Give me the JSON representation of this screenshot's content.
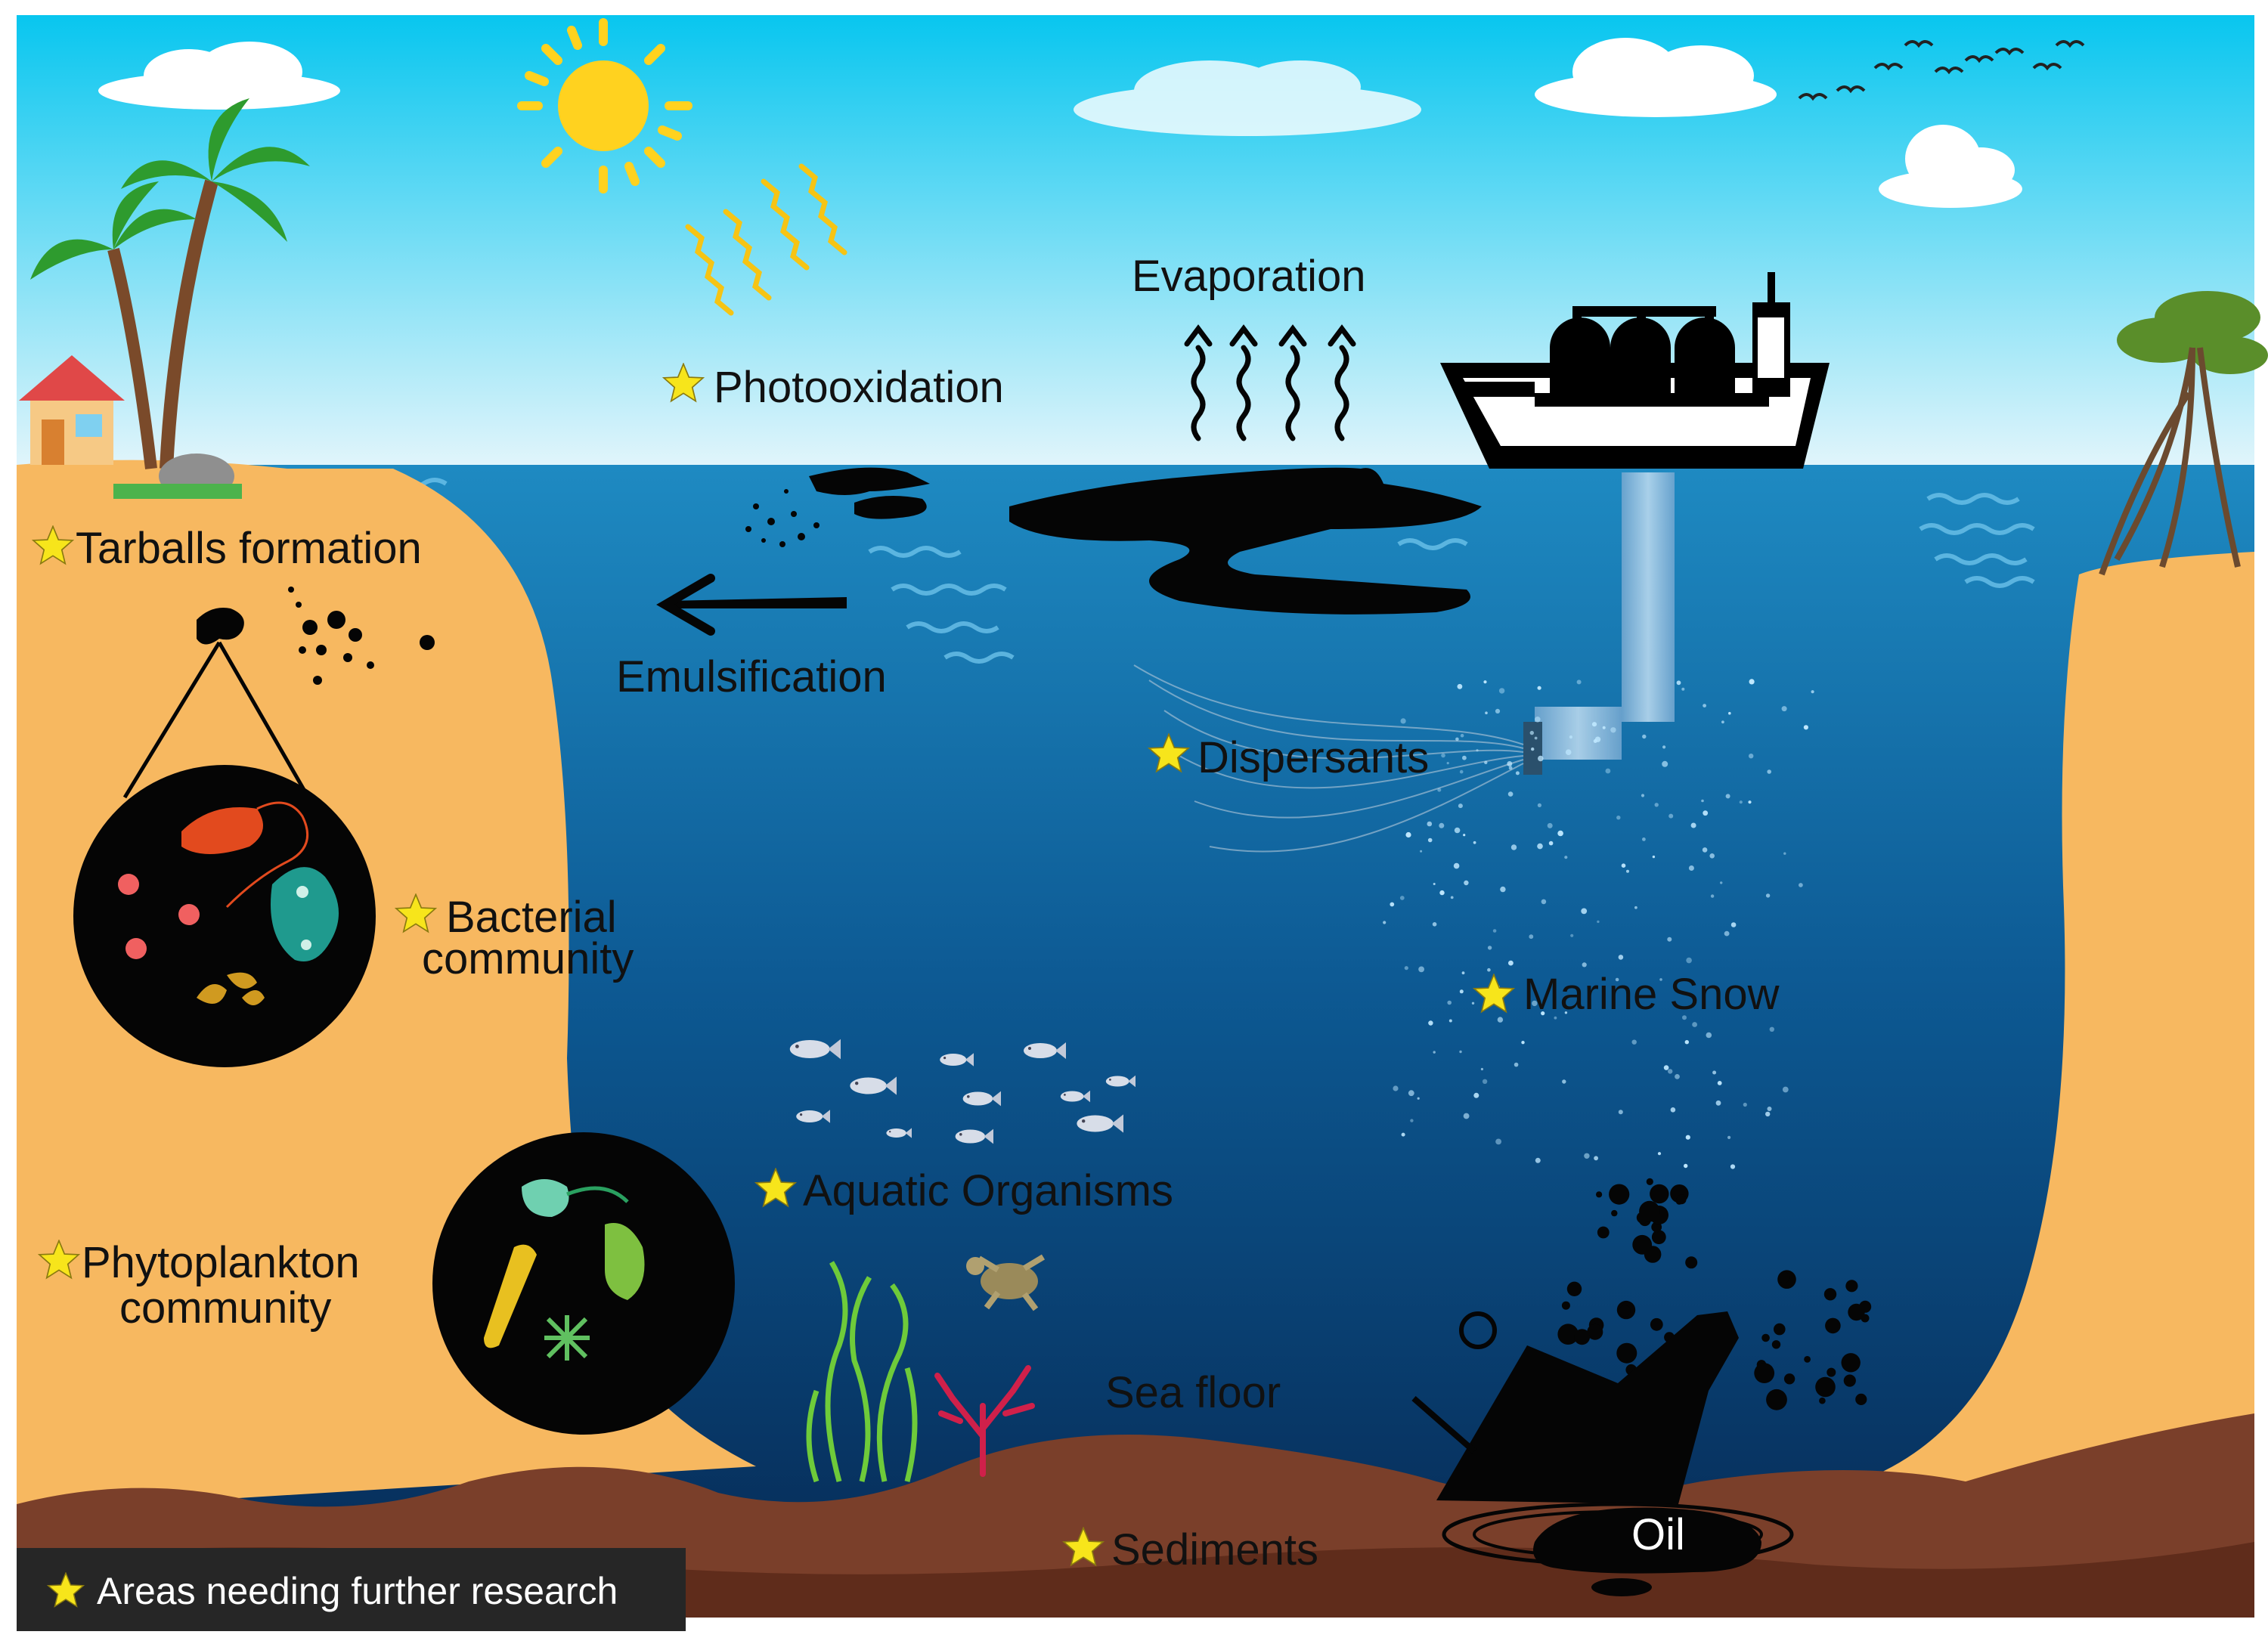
{
  "labels": {
    "evaporation": "Evaporation",
    "photooxidation": "Photooxidation",
    "tarballs": "Tarballs formation",
    "emulsification": "Emulsification",
    "dispersants": "Dispersants",
    "bacterial_line1": "Bacterial",
    "bacterial_line2": "community",
    "marine_snow": "Marine Snow",
    "aquatic": "Aquatic Organisms",
    "phyto_line1": "Phytoplankton",
    "phyto_line2": "community",
    "sea_floor": "Sea floor",
    "sediments": "Sediments",
    "oil": "Oil"
  },
  "legend": {
    "text": "Areas needing further research",
    "icon": "star-icon"
  },
  "colors": {
    "star": "#f7e51b",
    "sky_top": "#08c6ef",
    "sky_bottom": "#dff4fb",
    "water_top": "#1a7fb8",
    "water_bottom": "#072f5c",
    "sand": "#f7b860",
    "sediment": "#7a3f2a",
    "oil": "#050505",
    "sun": "#ffd21f"
  }
}
